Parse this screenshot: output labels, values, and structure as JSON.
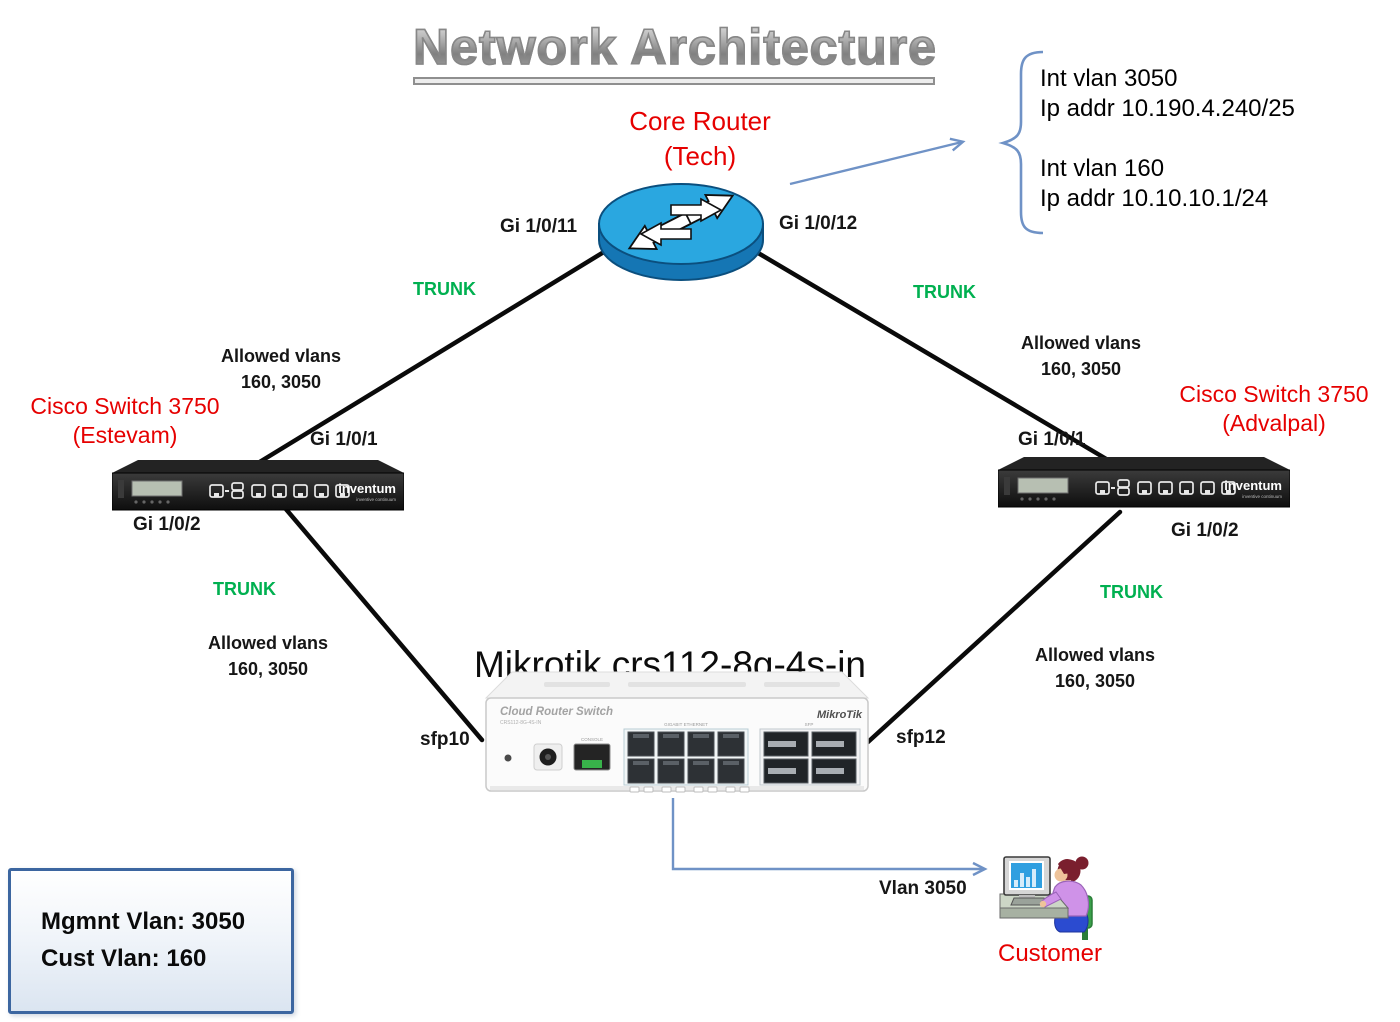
{
  "title": "Network Architecture",
  "devices": {
    "core_router": {
      "label": "Core Router",
      "sub": "(Tech)"
    },
    "switch_left": {
      "label": "Cisco Switch 3750",
      "sub": "(Estevam)"
    },
    "switch_right": {
      "label": "Cisco Switch 3750",
      "sub": "(Advalpal)"
    },
    "switch_brand": "inventum",
    "switch_brand_sub": "inventive continuum",
    "mikrotik": {
      "title": "Mikrotik crs112-8g-4s-in",
      "front_name": "Cloud Router Switch",
      "front_model": "CRS112-8G-4S-IN",
      "console_label": "CONSOLE",
      "eth_label": "GIGABIT ETHERNET",
      "sfp_label": "SFP",
      "logo": "MikroTik"
    },
    "customer": {
      "label": "Customer"
    }
  },
  "ports": {
    "router_left": "Gi 1/0/11",
    "router_right": "Gi 1/0/12",
    "switch_uplink": "Gi 1/0/1",
    "switch_downlink": "Gi 1/0/2",
    "mikrotik_left": "sfp10",
    "mikrotik_right": "sfp12"
  },
  "links": {
    "trunk": "TRUNK",
    "allowed_title": "Allowed vlans",
    "allowed_vlans": "160, 3050",
    "customer_vlan": "Vlan 3050"
  },
  "annotation": {
    "int1": "Int vlan 3050",
    "ip1": "Ip addr 10.190.4.240/25",
    "int2": "Int vlan 160",
    "ip2": "Ip addr 10.10.10.1/24"
  },
  "legend": {
    "line1": "Mgmnt Vlan: 3050",
    "line2": "Cust Vlan: 160"
  },
  "colors": {
    "device_label_red": "#e60000",
    "trunk_green": "#00b050",
    "connector_blue": "#6f92c6",
    "router_blue_top": "#2aa7e0",
    "router_blue_side": "#1576b4",
    "legend_border_blue": "#3c66a0"
  }
}
